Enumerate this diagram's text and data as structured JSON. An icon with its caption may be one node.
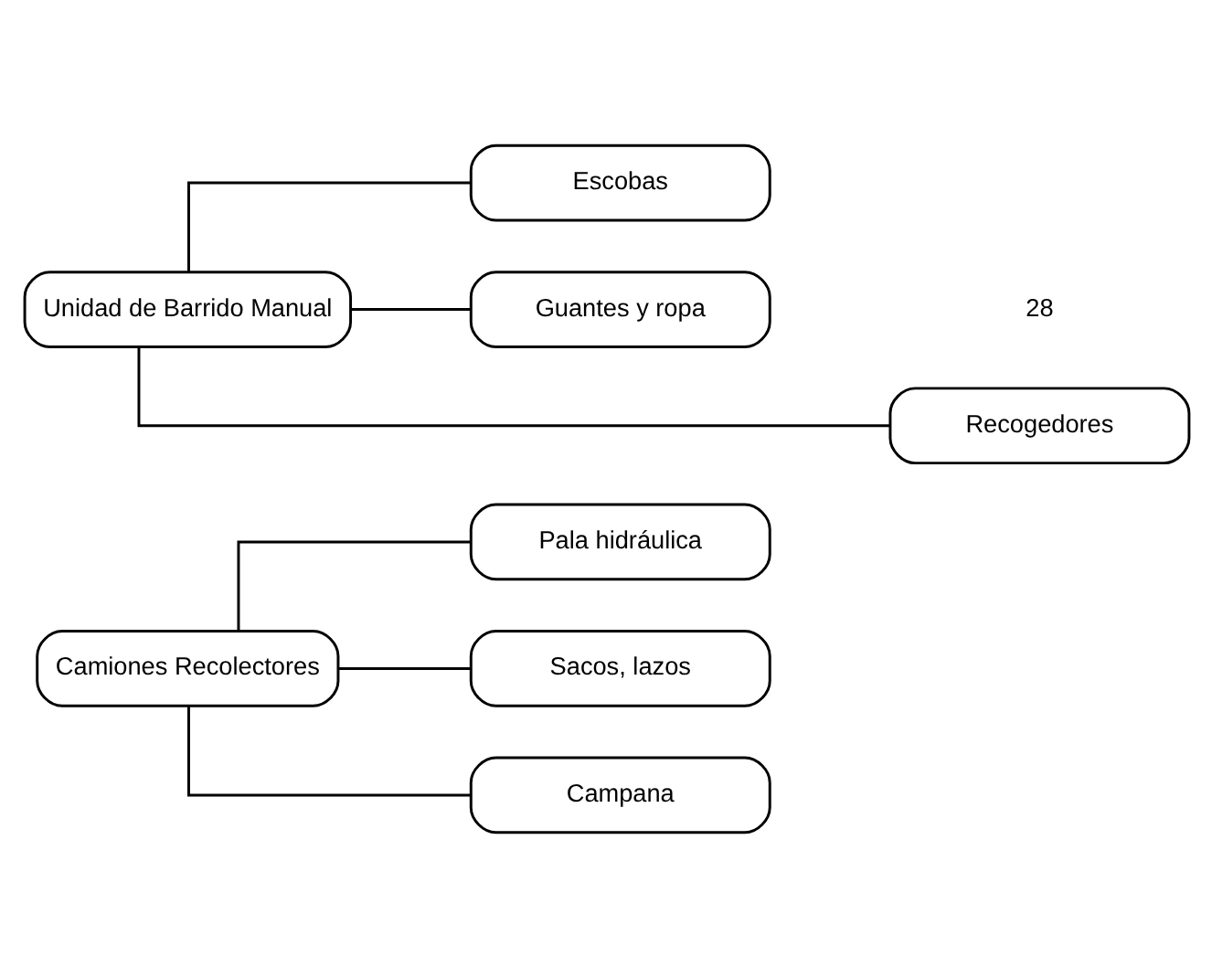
{
  "diagram": {
    "nodes": [
      {
        "text": [
          "Camiones Recolectores"
        ]
      },
      {
        "text": [
          "Pala hidráulica"
        ]
      },
      {
        "text": [
          "Sacos, lazos"
        ]
      },
      {
        "text": [
          "Campana"
        ]
      },
      {
        "text": [
          "Unidad de Barrido Manual"
        ]
      },
      {
        "text": [
          "Escobas"
        ]
      },
      {
        "text": [
          "Guantes y ropa"
        ]
      },
      {
        "text": [
          "Recogedores"
        ]
      }
    ],
    "edges": [
      {
        "from": 0,
        "to": 1,
        "arrow": "none"
      },
      {
        "from": 0,
        "to": 2,
        "arrow": "none"
      },
      {
        "from": 0,
        "to": 3,
        "arrow": "none"
      },
      {
        "from": 4,
        "to": 5,
        "arrow": "none"
      },
      {
        "from": 4,
        "to": 6,
        "arrow": "none"
      },
      {
        "from": 4,
        "to": 7,
        "arrow": "none"
      }
    ],
    "labels": [
      "28"
    ]
  }
}
